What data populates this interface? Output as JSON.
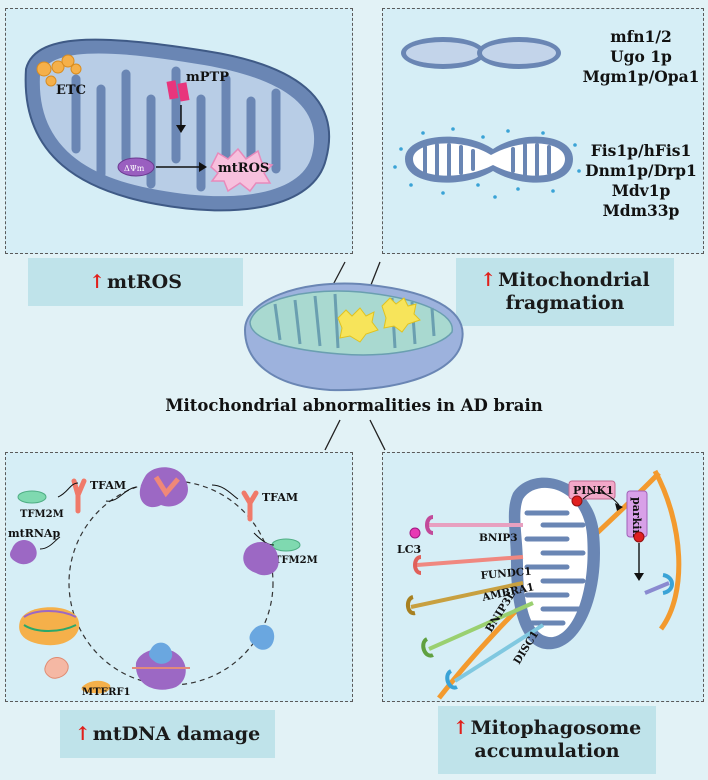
{
  "panels": {
    "mtros": {
      "etc_label": "ETC",
      "mptp_label": "mPTP",
      "delta_label": "ΔΨm",
      "mtros_label": "mtROS",
      "caption_arrow": "↑",
      "caption": "mtROS"
    },
    "fragmentation": {
      "fusion_genes": [
        "mfn1/2",
        "Ugo 1p",
        "Mgm1p/Opa1"
      ],
      "fission_genes": [
        "Fis1p/hFis1",
        "Dnm1p/Drp1",
        "Mdv1p",
        "Mdm33p"
      ],
      "caption_arrow": "↑",
      "caption_line1": "Mitochondrial",
      "caption_line2": "fragmation"
    },
    "mtdna": {
      "labels": {
        "tfam_top": "TFAM",
        "tfam_right": "TFAM",
        "tfm2m_left": "TFM2M",
        "tfm2m_right": "TFM2M",
        "mtrnap": "mtRNAp",
        "mterf1": "MTERF1"
      },
      "caption_arrow": "↑",
      "caption": "mtDNA damage"
    },
    "mitophagy": {
      "lc3": "LC3",
      "pink1": "PINK1",
      "parkin": "parkin",
      "receptors": [
        "BNIP3",
        "FUNDC1",
        "AMBRA1",
        "BNIP3L",
        "DISC1"
      ],
      "caption_arrow": "↑",
      "caption_line1": "Mitophagosome",
      "caption_line2": "accumulation"
    }
  },
  "center_title": "Mitochondrial abnormalities in AD brain",
  "colors": {
    "background": "#e2f2f6",
    "panel_fill": "#d6eef6",
    "label_box": "#bfe3ea",
    "mito_outer": "#6a86b4",
    "mito_inner": "#b8cde6",
    "accent_red": "#e0201b",
    "ros_pink": "#f7c0dd",
    "autophagosome": "#f39a2e"
  }
}
